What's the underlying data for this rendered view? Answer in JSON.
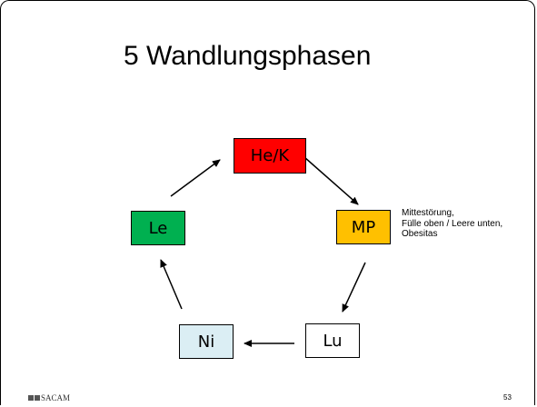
{
  "title": "5 Wandlungsphasen",
  "phases": {
    "he": {
      "label": "He/K",
      "color": "#ff0000"
    },
    "mp": {
      "label": "MP",
      "color": "#ffc000"
    },
    "lu": {
      "label": "Lu",
      "color": "#ffffff"
    },
    "ni": {
      "label": "Ni",
      "color": "#dbeef4"
    },
    "le": {
      "label": "Le",
      "color": "#00b050"
    }
  },
  "note": {
    "lines": [
      "Mittestörung,",
      "Fülle oben / Leere unten,",
      "Obesitas"
    ]
  },
  "footer": {
    "logo": "SACAM",
    "page_number": "53"
  }
}
